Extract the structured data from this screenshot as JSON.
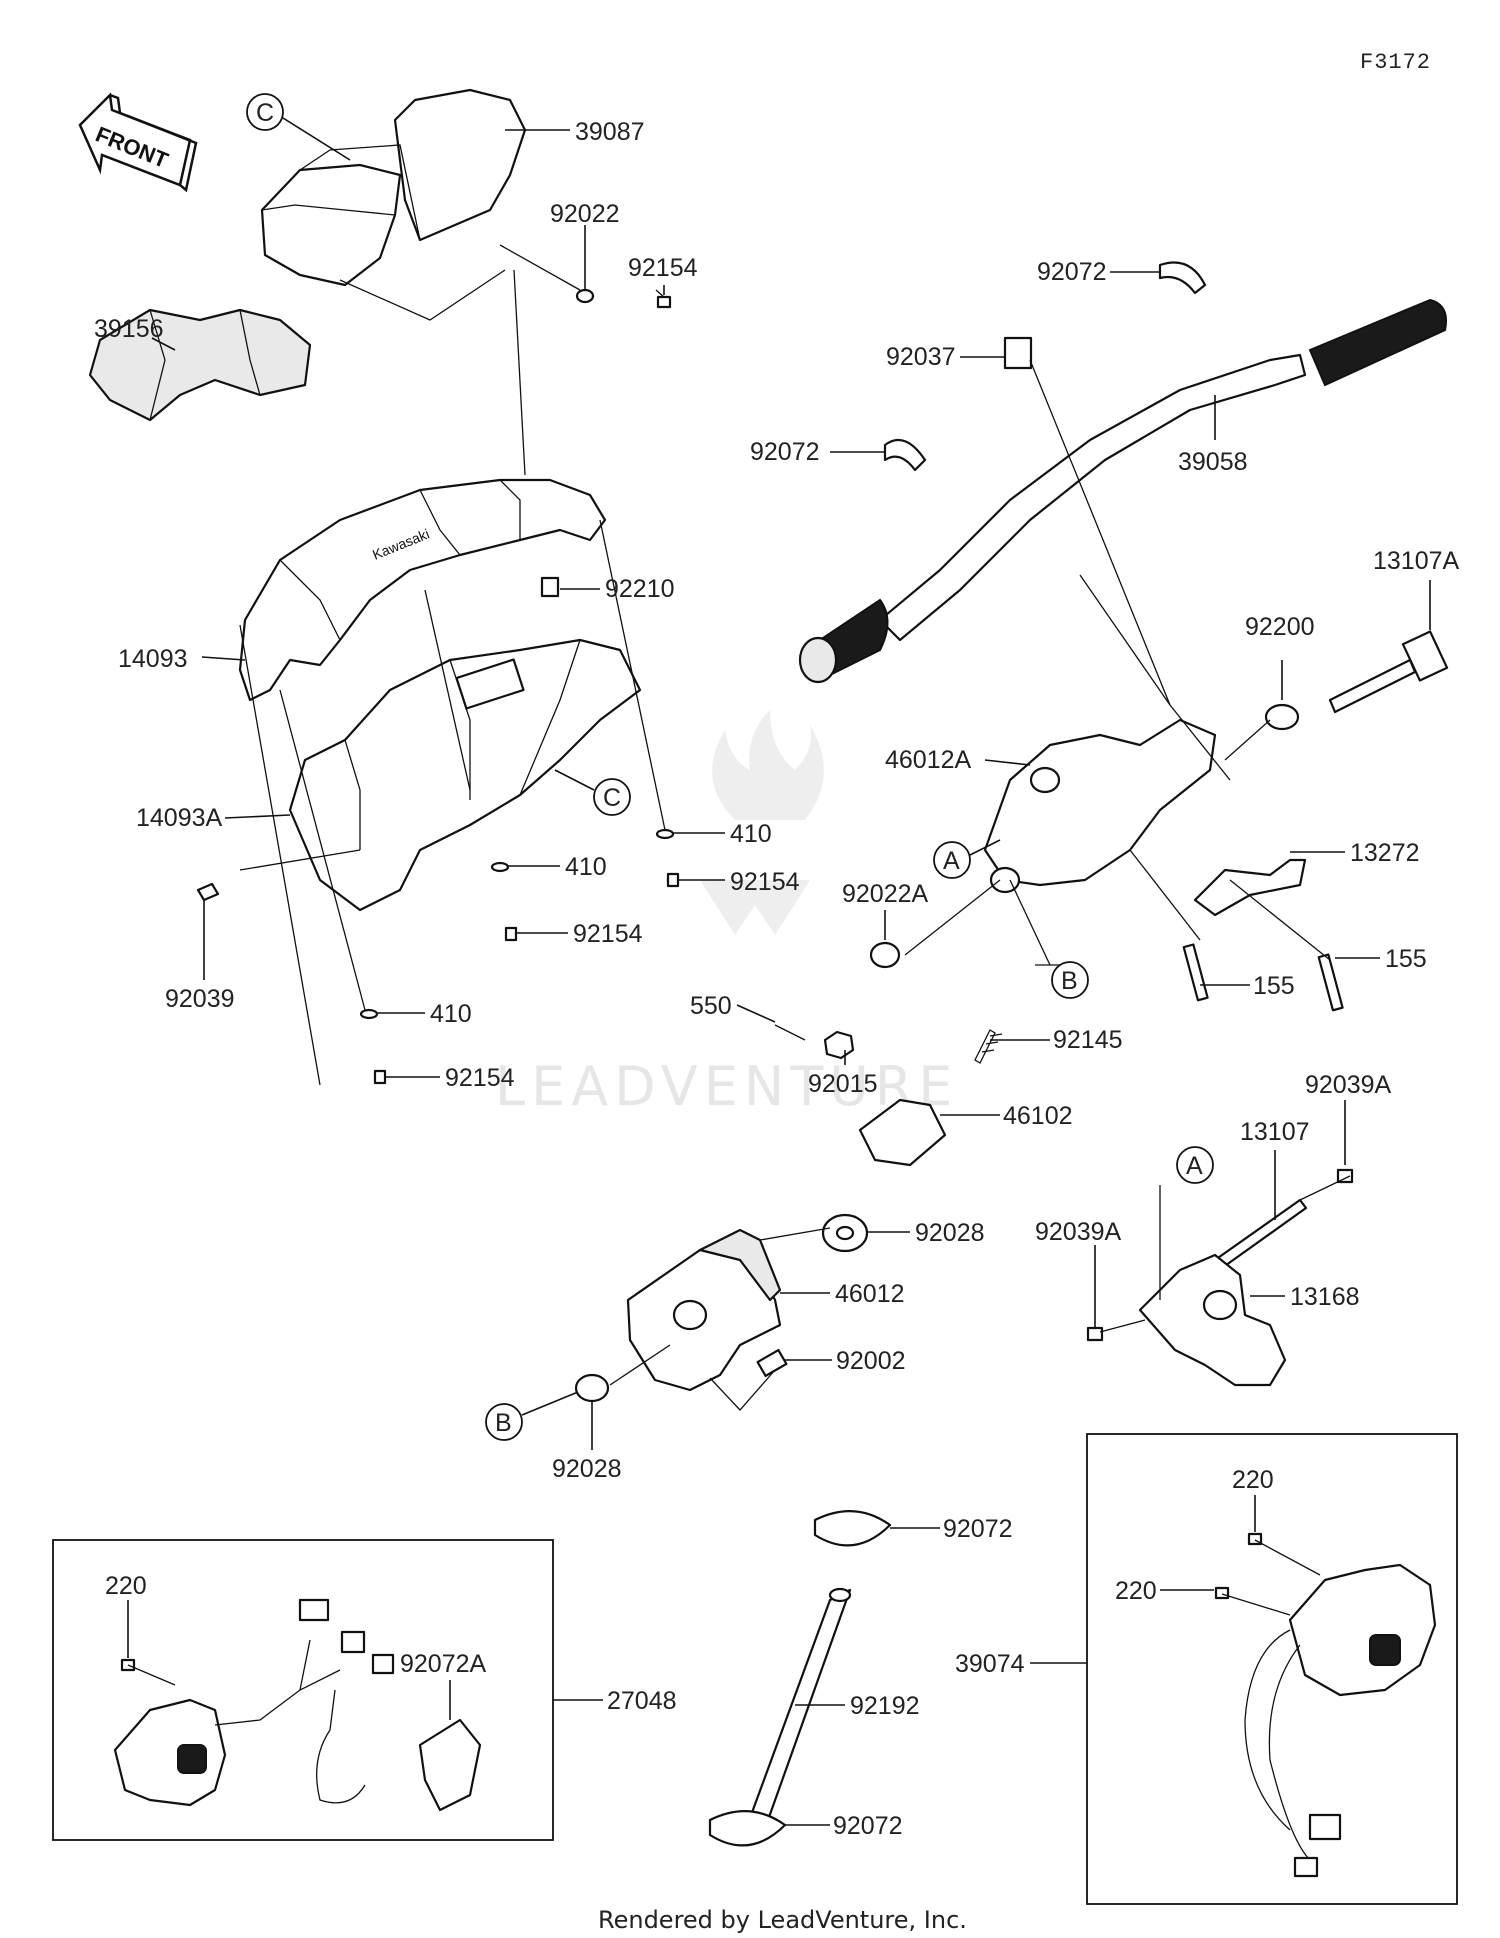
{
  "diagram_code": "F3172",
  "front_arrow_text": "FRONT",
  "reference_letters": {
    "a": "A",
    "b": "B",
    "c": "C"
  },
  "part_numbers": {
    "p39087": "39087",
    "p92022": "92022",
    "p92154": "92154",
    "p39156": "39156",
    "p14093": "14093",
    "p92210": "92210",
    "p14093A": "14093A",
    "p410": "410",
    "p92039": "92039",
    "p92072": "92072",
    "p92037": "92037",
    "p39058": "39058",
    "p13107A": "13107A",
    "p92200": "92200",
    "p46012A": "46012A",
    "p13272": "13272",
    "p92022A": "92022A",
    "p155": "155",
    "p550": "550",
    "p92015": "92015",
    "p92145": "92145",
    "p46102": "46102",
    "p92039A": "92039A",
    "p13107": "13107",
    "p92028": "92028",
    "p46012": "46012",
    "p13168": "13168",
    "p92002": "92002",
    "p220": "220",
    "p92072A": "92072A",
    "p27048": "27048",
    "p92192": "92192",
    "p39074": "39074"
  },
  "watermark_text": "LEADVENTURE",
  "footer_text": "Rendered by LeadVenture, Inc."
}
